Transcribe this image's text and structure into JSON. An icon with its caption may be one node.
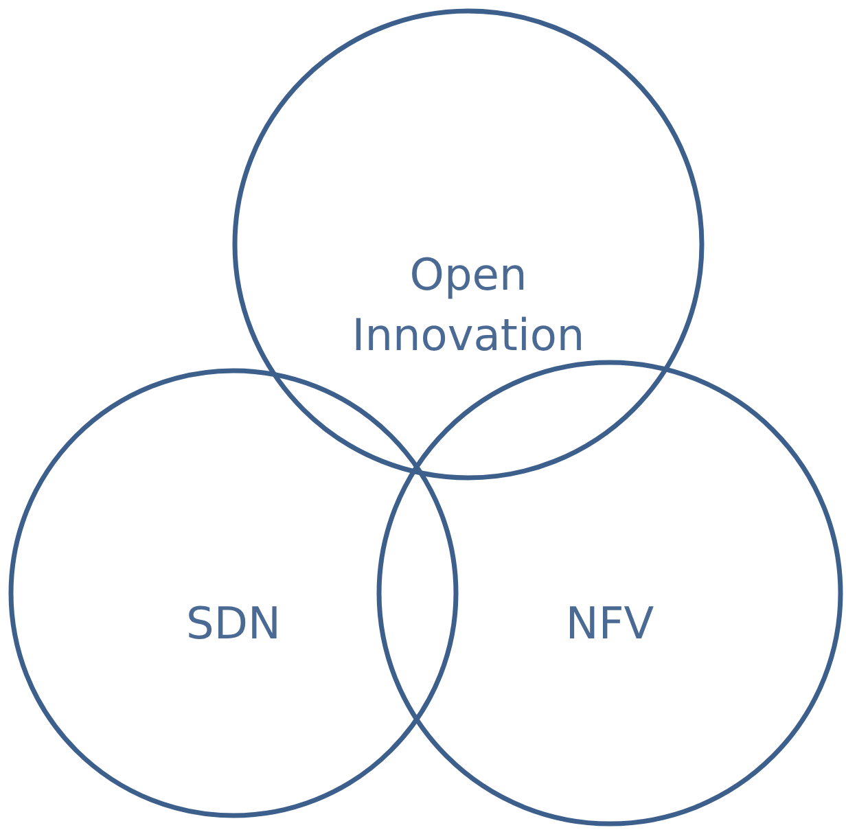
{
  "diagram": {
    "nodes": [
      {
        "text": [
          "Open Innovation"
        ]
      },
      {
        "text": [
          "SDN"
        ]
      },
      {
        "text": [
          "NFV"
        ]
      }
    ]
  }
}
